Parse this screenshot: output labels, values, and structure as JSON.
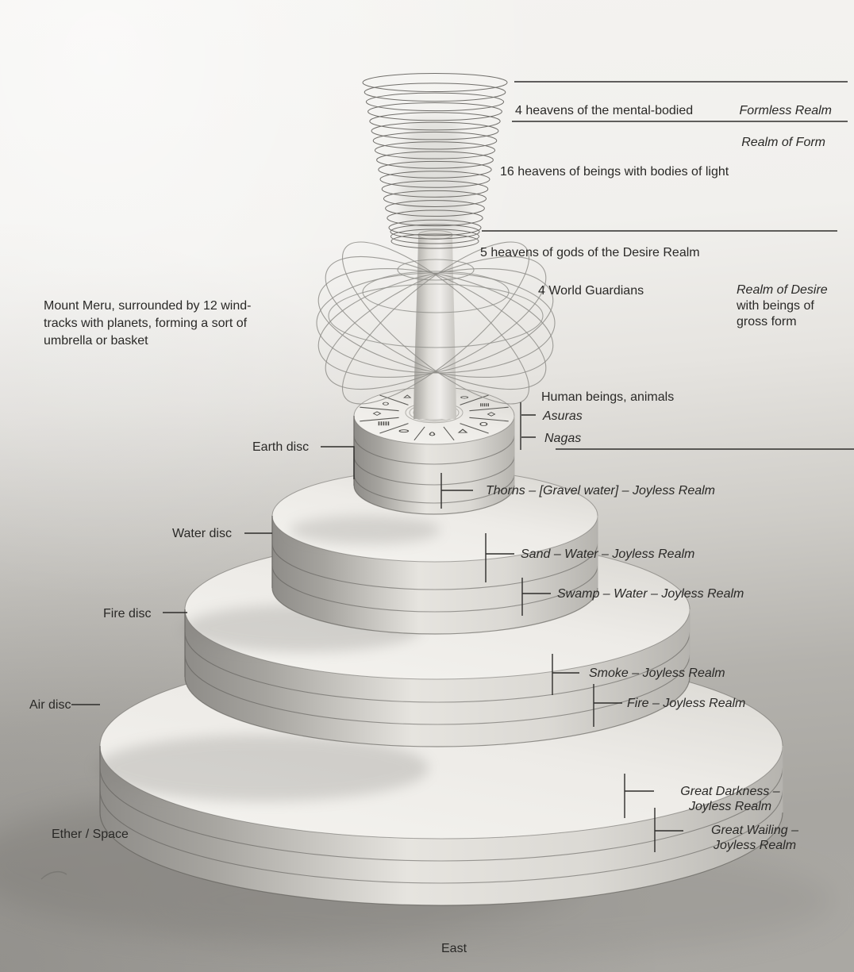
{
  "colors": {
    "background_top": "#f3f2ef",
    "background_ground": "#a7a5a0",
    "model_white": "#efeeea",
    "shadow_gray": "#8a8884",
    "annotation_line": "#2e2d2b",
    "text": "#2a2927"
  },
  "top_right": {
    "four_heavens": "4 heavens of the mental-bodied",
    "formless_realm": "Formless Realm",
    "realm_of_form": "Realm of Form",
    "sixteen_heavens": "16 heavens of beings with bodies of light",
    "five_heavens": "5 heavens of gods of the Desire Realm",
    "four_world_guardians": "4 World Guardians",
    "realm_of_desire": "Realm of Desire",
    "realm_of_desire_note_line1": "with beings of",
    "realm_of_desire_note_line2": "gross form"
  },
  "left_note": {
    "lines": [
      "Mount Meru, surrounded by 12 wind-",
      "tracks with planets, forming a sort of",
      "umbrella or basket"
    ]
  },
  "beings": {
    "human_beings": "Human beings, animals",
    "asuras": "Asuras",
    "nagas": "Nagas"
  },
  "discs": {
    "earth": "Earth disc",
    "water": "Water disc",
    "fire": "Fire disc",
    "air": "Air disc",
    "ether": "Ether / Space"
  },
  "hells": {
    "thorns": "Thorns  – [Gravel water] – Joyless Realm",
    "sand": "Sand – Water – Joyless Realm",
    "swamp": "Swamp – Water – Joyless Realm",
    "smoke": "Smoke – Joyless Realm",
    "fire": "Fire – Joyless Realm",
    "great_darkness_line1": "Great Darkness –",
    "great_darkness_line2": "Joyless Realm",
    "great_wailing_line1": "Great Wailing –",
    "great_wailing_line2": "Joyless Realm"
  },
  "compass": {
    "east": "East"
  }
}
